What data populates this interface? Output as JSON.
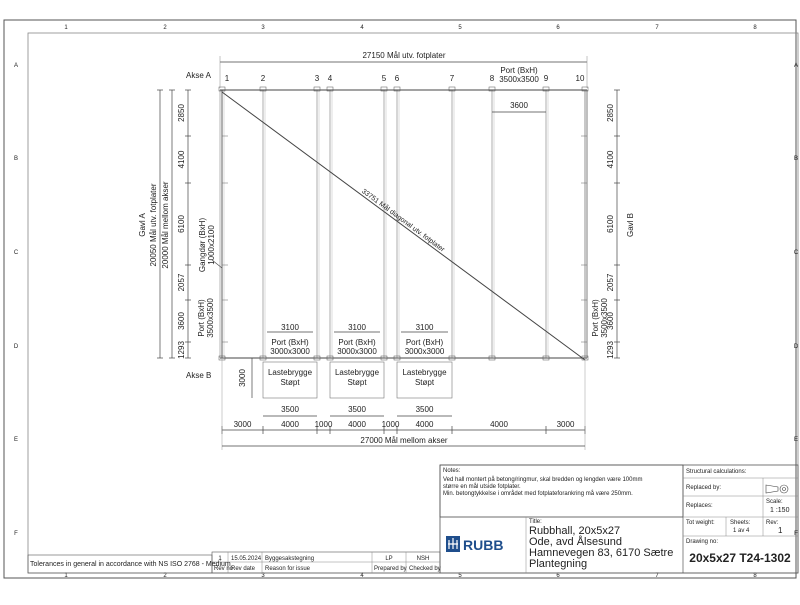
{
  "grid": {
    "cols": [
      "1",
      "2",
      "3",
      "4",
      "5",
      "6",
      "7",
      "8"
    ],
    "rows": [
      "A",
      "B",
      "C",
      "D",
      "E",
      "F"
    ]
  },
  "axes": {
    "labels": [
      "1",
      "2",
      "3",
      "4",
      "5",
      "6",
      "7",
      "8",
      "9",
      "10"
    ],
    "row_a": "Akse A",
    "row_b": "Akse B"
  },
  "dims": {
    "overall_top": "27150 Mål utv. fotplater",
    "overall_bottom": "27000 Mål mellom akser",
    "diagonal": "33751 Mål diagonal utv. fotplater",
    "bay_3600": "3600",
    "bottom_segments": [
      "3000",
      "4000",
      "1000",
      "4000",
      "1000",
      "4000",
      "4000",
      "3000"
    ],
    "left_segments": [
      "2850",
      "4100",
      "6100",
      "2057",
      "3600",
      "1293"
    ],
    "right_segments": [
      "2850",
      "4100",
      "6100",
      "2057",
      "3600",
      "1293"
    ],
    "left_gable_title": "Gavl A",
    "left_gable_outer": "20050 Mål utv. fotplater",
    "left_gable_inner": "20000 Mål mellom akser",
    "right_gable_title": "Gavl B",
    "dock_depth": "3000",
    "dock_top_width": "3100",
    "dock_bottom_width": "3500"
  },
  "openings": {
    "top_port": "Port (BxH)\n3500x3500",
    "left_gangdor": "Gangdør (BxH)\n1000x2100",
    "left_port": "Port (BxH)\n3500x3500",
    "right_port": "Port (BxH)\n3500x3500",
    "bottom_port": "Port (BxH)\n3000x3000",
    "dock": "Lastebrygge\nStøpt"
  },
  "notes": {
    "title": "Notes:",
    "lines": [
      "Ved hall montert på betong/ringmur, skal bredden og lengden være 100mm",
      "større en mål utside fotplater.",
      "Min. betongtykkelse i området med fotplateforankring må være 250mm."
    ]
  },
  "title_block": {
    "structural_label": "Structural calculations:",
    "replaced_by_label": "Replaced by:",
    "replaces_label": "Replaces:",
    "scale_label": "Scale:",
    "scale_value": "1 :150",
    "title_label": "Title:",
    "title_lines": [
      "Rubbhall, 20x5x27",
      "Ode, avd Ålsesund",
      "Hamnevegen 83, 6170 Sætre",
      "Plantegning"
    ],
    "total_weight_label": "Tot weight:",
    "sheets_label": "Sheets:",
    "sheets_value": "1 av 4",
    "rev_label": "Rev:",
    "rev_value": "1",
    "drawing_no_label": "Drawing no:",
    "drawing_no": "20x5x27 T24-1302",
    "logo": "RUBB"
  },
  "revision_table": {
    "row": {
      "rev_no": "1",
      "date": "15.05.2024",
      "reason": "Byggesakstegning",
      "prepared": "LP",
      "checked": "NSH"
    },
    "headers": {
      "rev_no": "Rev no",
      "date": "Rev date",
      "reason": "Reason for issue",
      "prepared": "Prepared by",
      "checked": "Checked by"
    }
  },
  "tolerance": "Tolerances in general in accordance with NS ISO 2768 - Medium"
}
